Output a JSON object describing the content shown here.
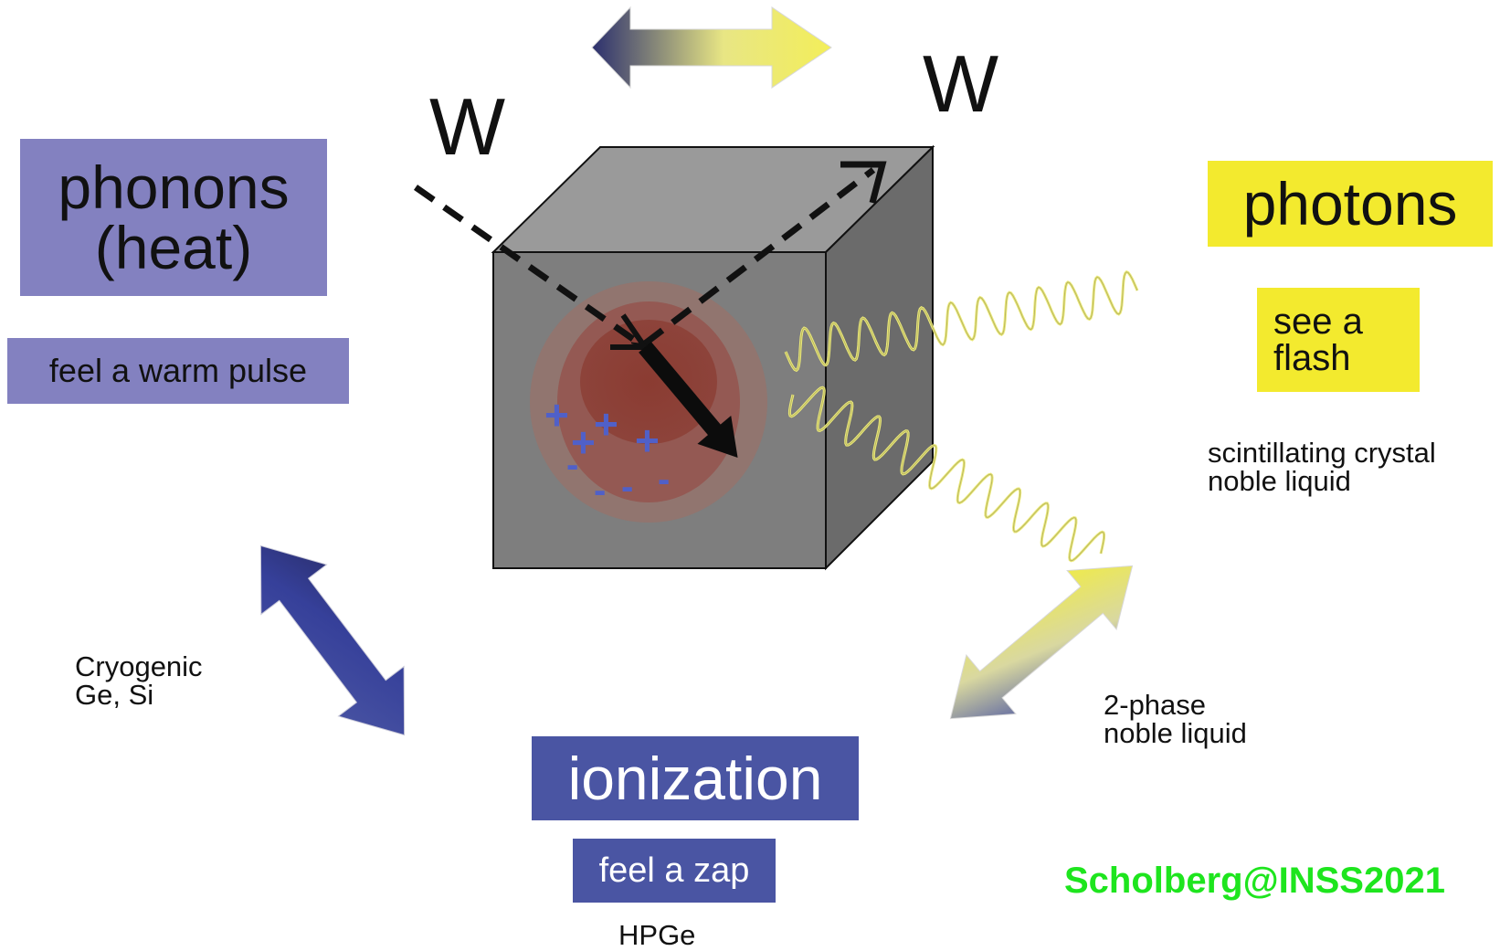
{
  "labels": {
    "w_incoming": "W",
    "w_outgoing": "W",
    "phonons": "phonons\n(heat)",
    "phonons_sub": "feel a warm pulse",
    "photons": "photons",
    "photons_sub": "see a\nflash",
    "photons_detectors": "scintillating crystal\nnoble liquid",
    "ionization": "ionization",
    "ionization_sub": "feel a zap",
    "ionization_detector": "HPGe",
    "cryogenic": "Cryogenic\nGe, Si",
    "two_phase": "2-phase\nnoble liquid",
    "credit": "Scholberg@INSS2021"
  },
  "colors": {
    "phonon_box": "#8381c0",
    "ionization_box": "#4a55a3",
    "photon_box": "#f3ea2e",
    "credit_text": "#1ee51e",
    "cube_front": "#7e7e7e",
    "cube_top": "#9a9a9a",
    "cube_side": "#6b6b6b",
    "arrow_dark": "#2b2f6e",
    "arrow_blue": "#4a55a3",
    "arrow_yellow": "#f3ee5a"
  },
  "symbols": {
    "plus": "+",
    "minus": "-"
  }
}
